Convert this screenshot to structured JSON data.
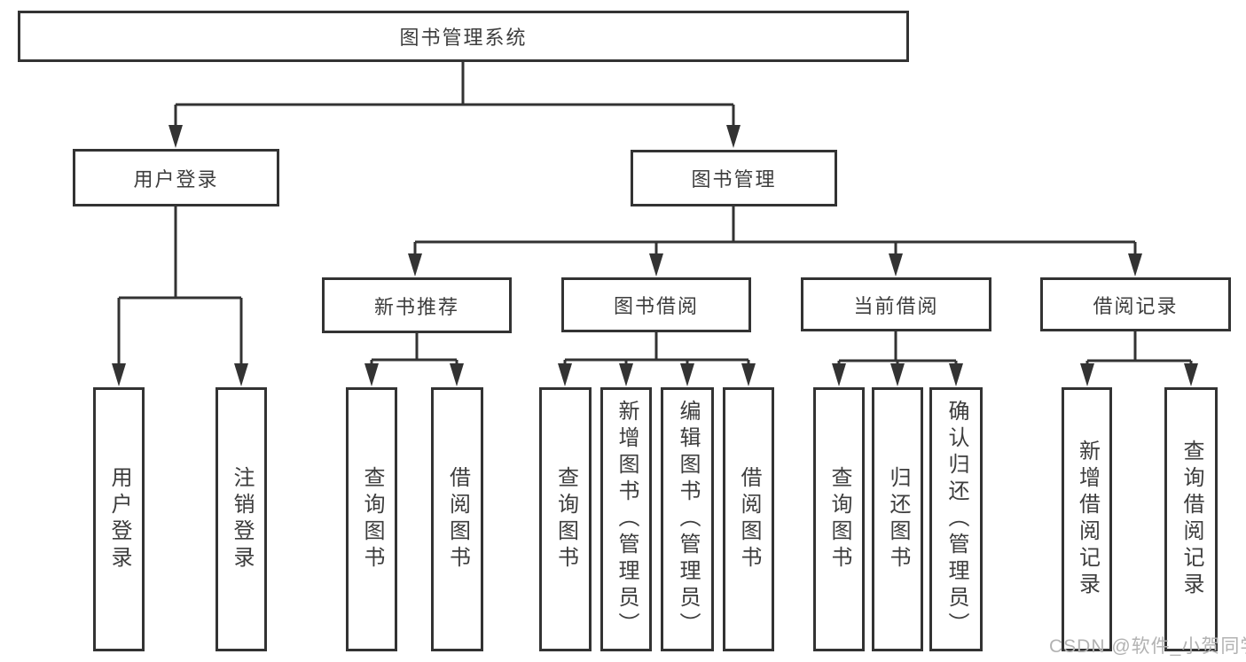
{
  "diagram": {
    "watermark": "CSDN @软件_小贺同学",
    "colors": {
      "line": "#333333",
      "box_border": "#333333",
      "box_fill": "#ffffff",
      "text": "#3d3d3d",
      "watermark": "#b2b2b2"
    }
  },
  "nodes": {
    "root": {
      "label": "图书管理系统"
    },
    "user_login": {
      "label": "用户登录"
    },
    "book_mgmt": {
      "label": "图书管理"
    },
    "new_books": {
      "label": "新书推荐"
    },
    "book_borrow": {
      "label": "图书借阅"
    },
    "current_borrow": {
      "label": "当前借阅"
    },
    "borrow_records": {
      "label": "借阅记录"
    },
    "leaves": {
      "user_login_1": "用户登录",
      "user_login_2": "注销登录",
      "new_books_1": "查询图书",
      "new_books_2": "借阅图书",
      "book_borrow_1": "查询图书",
      "book_borrow_2": "新增图书（管理员）",
      "book_borrow_3": "编辑图书（管理员）",
      "book_borrow_4": "借阅图书",
      "current_1": "查询图书",
      "current_2": "归还图书",
      "current_3": "确认归还（管理员）",
      "records_1": "新增借阅记录",
      "records_2": "查询借阅记录"
    }
  }
}
